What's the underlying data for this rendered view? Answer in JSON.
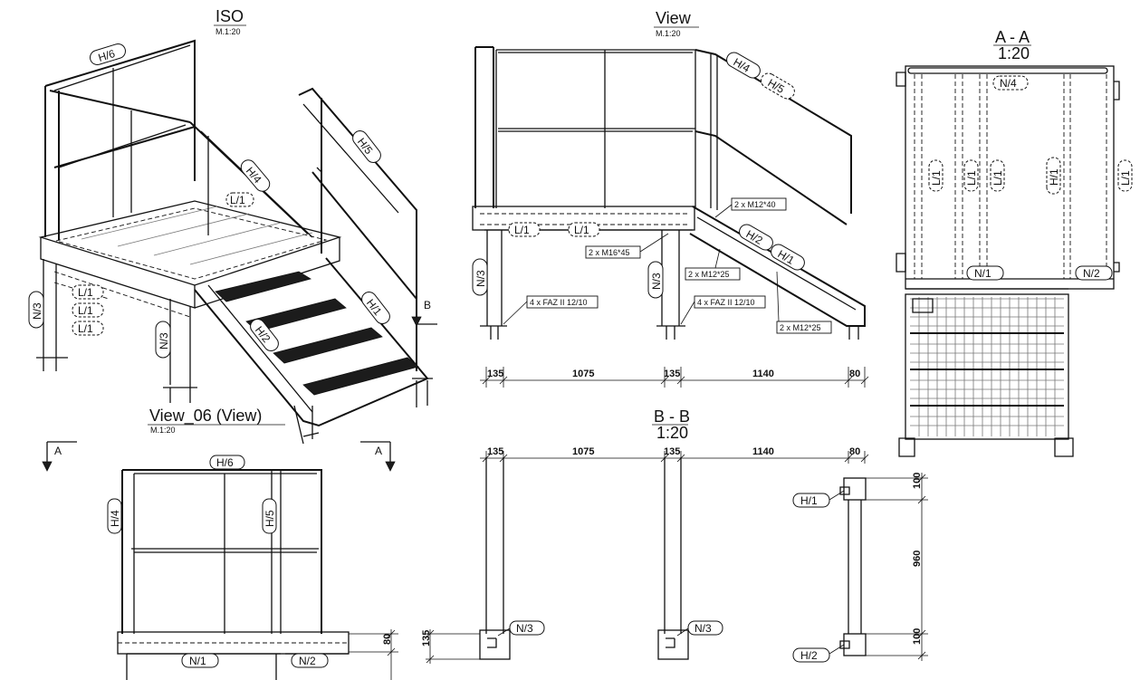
{
  "views": {
    "iso": {
      "title": "ISO",
      "scale": "M.1:20"
    },
    "view": {
      "title": "View",
      "scale": "M.1:20"
    },
    "section_aa": {
      "title": "A - A",
      "scale": "1:20"
    },
    "view06": {
      "title": "View_06 (View)",
      "scale": "M.1:20"
    },
    "section_bb": {
      "title": "B - B",
      "scale": "1:20"
    }
  },
  "section_markers": {
    "a_left": "A",
    "a_right": "A",
    "b": "B"
  },
  "tags": {
    "h1": "H/1",
    "h2": "H/2",
    "h4": "H/4",
    "h5": "H/5",
    "h6": "H/6",
    "l1": "L/1",
    "n1": "N/1",
    "n2": "N/2",
    "n3": "N/3",
    "n4": "N/4"
  },
  "notes": {
    "m12x40": "2 x M12*40",
    "m16x45": "2 x M16*45",
    "m12x25": "2 x M12*25",
    "faz": "4 x FAZ II 12/10"
  },
  "dimensions": {
    "d135": "135",
    "d1075": "1075",
    "d1140": "1140",
    "d80": "80",
    "d100": "100",
    "d960": "960"
  }
}
